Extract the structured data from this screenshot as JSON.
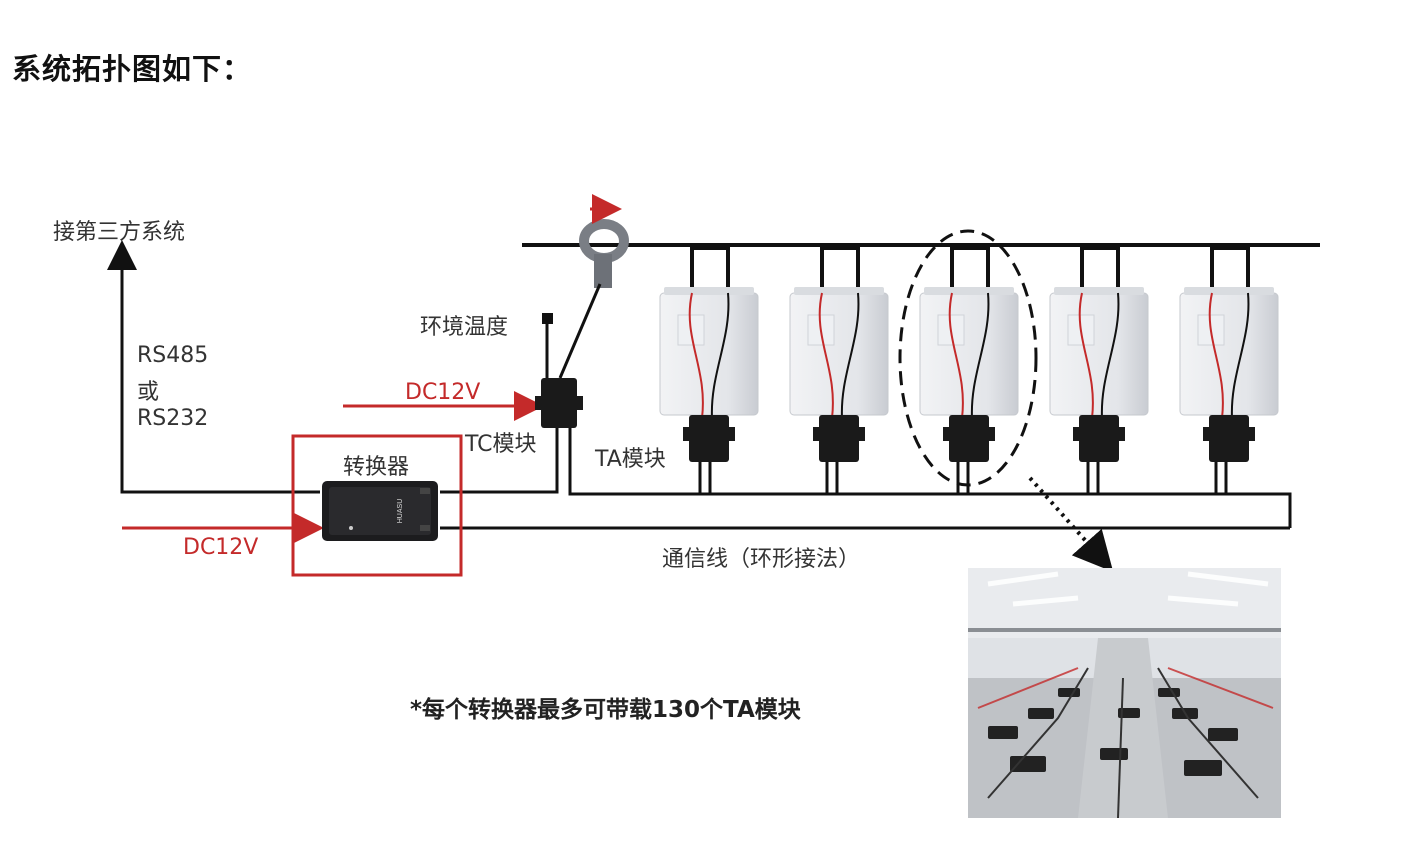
{
  "heading": "系统拓扑图如下：",
  "diagram": {
    "third_party_label": "接第三方系统",
    "protocol_line1": "RS485",
    "protocol_line2": "或",
    "protocol_line3": "RS232",
    "env_temp_label": "环境温度",
    "dc12v_tc_label": "DC12V",
    "tc_module_label": "TC模块",
    "converter_label": "转换器",
    "converter_brand": "HUASU",
    "dc12v_converter_label": "DC12V",
    "ta_module_label": "TA模块",
    "comm_line_label": "通信线（环形接法）",
    "note": "*每个转换器最多可带载130个TA模块",
    "battery_count": 5
  },
  "colors": {
    "red_accent": "#c42a2a",
    "line": "#111111",
    "battery": "#e6e8ec",
    "module": "#1a1a1a"
  }
}
